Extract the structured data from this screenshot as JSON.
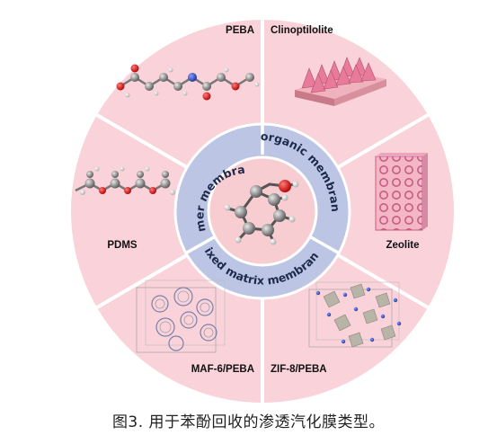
{
  "segments": [
    {
      "key": "peba",
      "label": "PEBA"
    },
    {
      "key": "clinoptilolite",
      "label": "Clinoptilolite"
    },
    {
      "key": "zeolite",
      "label": "Zeolite"
    },
    {
      "key": "zif8_peba",
      "label": "ZIF-8/PEBA"
    },
    {
      "key": "maf6_peba",
      "label": "MAF-6/PEBA"
    },
    {
      "key": "pdms",
      "label": "PDMS"
    }
  ],
  "ring": {
    "polymer": "Polymer membranes",
    "inorganic": "Inorganic membranes",
    "mixed": "Mixed matrix membranes"
  },
  "caption": "图3. 用于苯酚回收的渗透汽化膜类型。",
  "colors": {
    "outer_fill": "#f9d2da",
    "ring_fill": "#bcc6e4",
    "center_fill": "#f7cdd1",
    "divider": "#ffffff",
    "oxygen": "#e01010",
    "carbon": "#8a8a8a",
    "hydrogen": "#f2f2f2",
    "nitrogen": "#2040b0"
  },
  "icons": [
    "phenol-molecule",
    "peba-chain",
    "pdms-chain",
    "clinoptilolite-crystal",
    "zeolite-framework",
    "maf6-framework",
    "zif8-framework"
  ]
}
